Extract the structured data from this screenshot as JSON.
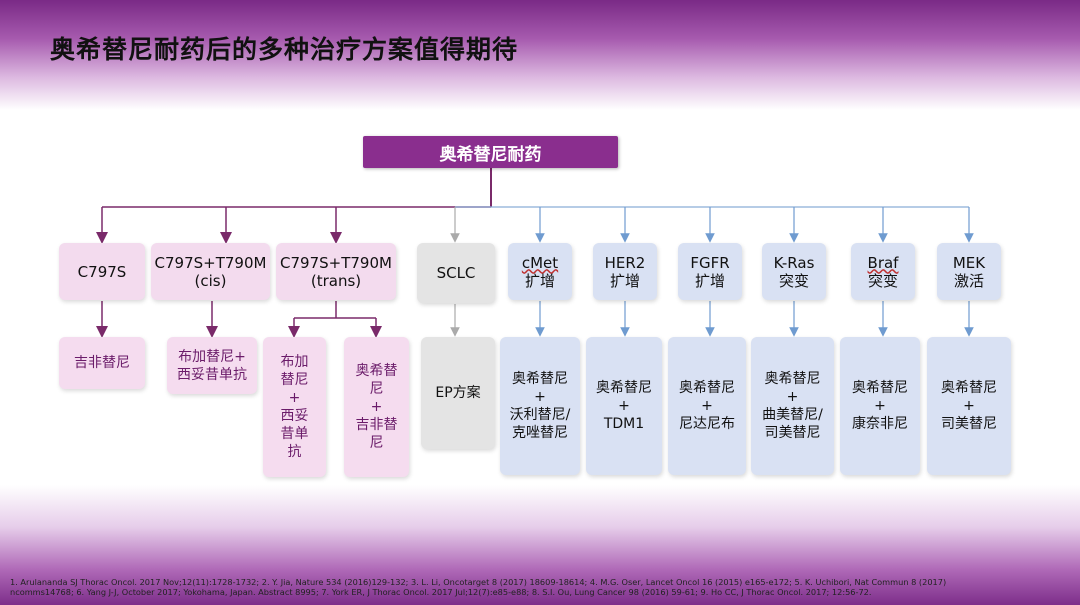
{
  "title": "奥希替尼耐药后的多种治疗方案值得期待",
  "root": "奥希替尼耐药",
  "level1": {
    "c797s": "C797S",
    "cis_line1": "C797S+T790M",
    "cis_line2": "(cis)",
    "trans_line1": "C797S+T790M",
    "trans_line2": "(trans)",
    "sclc": "SCLC",
    "cmet_1": "cMet",
    "cmet_2": "扩增",
    "her2_1": "HER2",
    "her2_2": "扩增",
    "fgfr_1": "FGFR",
    "fgfr_2": "扩增",
    "kras_1": "K-Ras",
    "kras_2": "突变",
    "braf_1": "Braf",
    "braf_2": "突变",
    "mek_1": "MEK",
    "mek_2": "激活"
  },
  "level2": {
    "gefitinib": "吉非替尼",
    "cis_1": "布加替尼+",
    "cis_2": "西妥昔单抗",
    "trans_a": [
      "布加",
      "替尼",
      "+",
      "西妥",
      "昔单",
      "抗"
    ],
    "trans_b": [
      "奥希替",
      "尼",
      "+",
      "吉非替",
      "尼"
    ],
    "sclc": "EP方案",
    "cmet": [
      "奥希替尼",
      "+",
      "沃利替尼/",
      "克唑替尼"
    ],
    "her2": [
      "奥希替尼",
      "+",
      "TDM1"
    ],
    "fgfr": [
      "奥希替尼",
      "+",
      "尼达尼布"
    ],
    "kras": [
      "奥希替尼",
      "+",
      "曲美替尼/",
      "司美替尼"
    ],
    "braf": [
      "奥希替尼",
      "+",
      "康奈非尼"
    ],
    "mek": [
      "奥希替尼",
      "+",
      "司美替尼"
    ]
  },
  "references": "1. Arulananda SJ Thorac Oncol. 2017 Nov;12(11):1728-1732; 2. Y. Jia, Nature 534 (2016)129-132; 3. L. Li, Oncotarget 8 (2017) 18609-18614; 4. M.G. Oser, Lancet Oncol 16 (2015) e165-e172; 5. K. Uchibori, Nat Commun 8 (2017) ncomms14768; 6. Yang J-J, October 2017; Yokohama, Japan. Abstract 8995; 7. York ER, J Thorac Oncol. 2017 Jul;12(7):e85-e88; 8. S.I. Ou, Lung Cancer 98 (2016) 59-61; 9. Ho CC, J Thorac Oncol. 2017; 12:56-72.",
  "colors": {
    "purple": "#8a2e8e",
    "pink_box": "#f5dcef",
    "blue_box": "#d9e1f3",
    "gray_box": "#e4e4e4",
    "arrow_purple": "#7a2a6a",
    "arrow_blue": "#6f9bd0"
  }
}
